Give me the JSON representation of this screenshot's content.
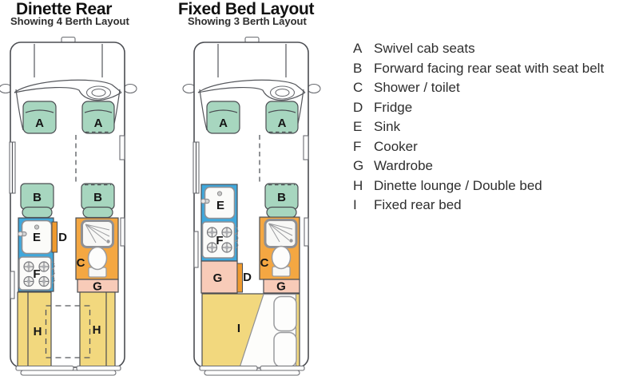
{
  "colors": {
    "seat_green": "#a7d6bf",
    "kitchen_blue": "#40a8dc",
    "washroom_orange": "#f4a742",
    "fridge_orange": "#ef9a2e",
    "wardrobe_pink": "#f8cbb8",
    "bed_yellow": "#f2d87e",
    "outline_gray": "#4b4d52"
  },
  "zone_letters": {
    "A": "A",
    "B": "B",
    "C": "C",
    "D": "D",
    "E": "E",
    "F": "F",
    "G": "G",
    "H": "H",
    "I": "I"
  },
  "layouts": [
    {
      "title": "Dinette Rear",
      "subtitle": "Showing 4 Berth Layout"
    },
    {
      "title": "Fixed Bed Layout",
      "subtitle": "Showing 3 Berth Layout"
    }
  ],
  "legend": {
    "items": [
      {
        "letter": "A",
        "label": "Swivel cab seats"
      },
      {
        "letter": "B",
        "label": "Forward facing rear seat with seat belt"
      },
      {
        "letter": "C",
        "label": "Shower / toilet"
      },
      {
        "letter": "D",
        "label": "Fridge"
      },
      {
        "letter": "E",
        "label": "Sink"
      },
      {
        "letter": "F",
        "label": "Cooker"
      },
      {
        "letter": "G",
        "label": "Wardrobe"
      },
      {
        "letter": "H",
        "label": "Dinette lounge / Double bed"
      },
      {
        "letter": "I",
        "label": "Fixed rear bed"
      }
    ]
  }
}
